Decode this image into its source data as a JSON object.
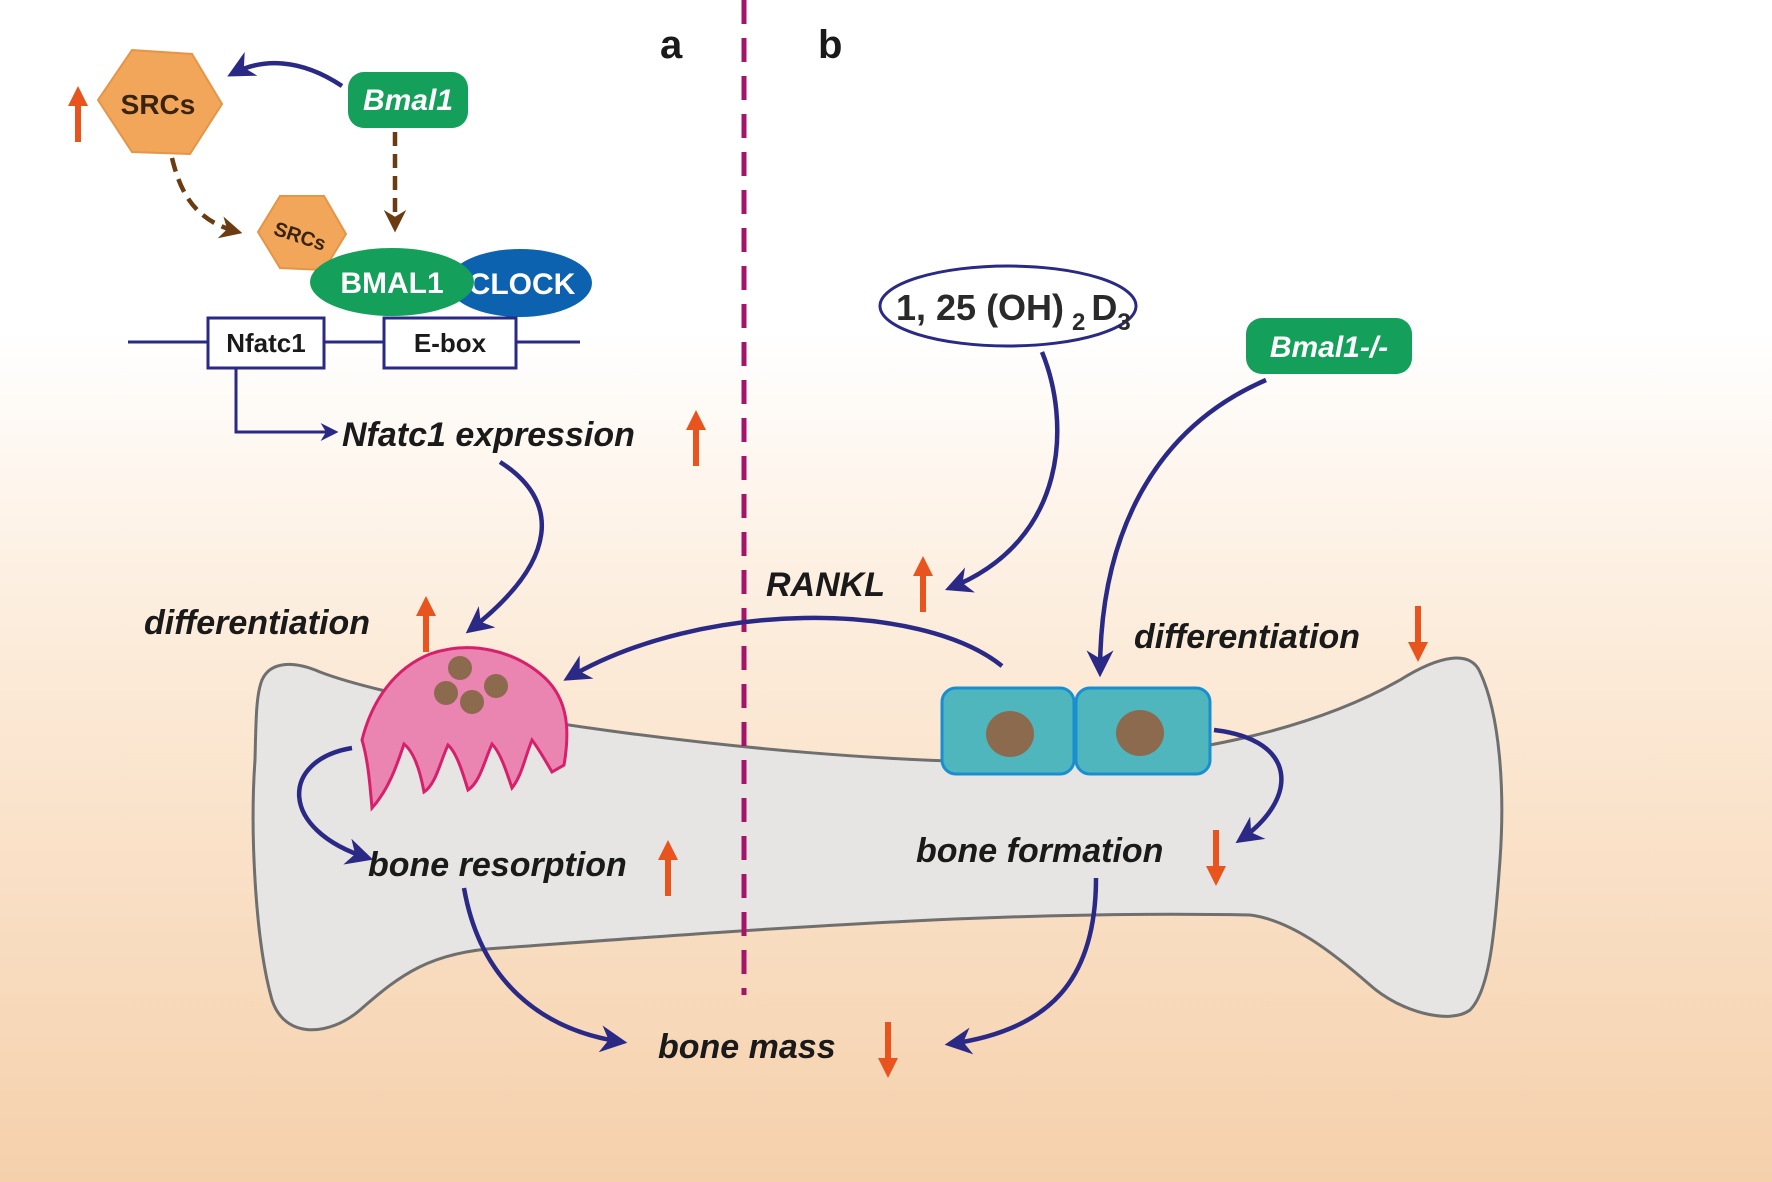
{
  "panels": {
    "a": "a",
    "b": "b"
  },
  "panel_a": {
    "srcs_large": "SRCs",
    "srcs_small": "SRCs",
    "bmal1_gene": "Bmal1",
    "bmal1_protein": "BMAL1",
    "clock_protein": "CLOCK",
    "nfatc1_box": "Nfatc1",
    "ebox": "E-box",
    "nfatc1_expression": "Nfatc1 expression",
    "differentiation": "differentiation",
    "bone_resorption": "bone resorption"
  },
  "panel_b": {
    "vitamin_d_main": "1, 25 (OH)",
    "vitamin_d_sub2": "2",
    "vitamin_d_D": "D",
    "vitamin_d_sub3": "3",
    "bmal1_ko": "Bmal1-/-",
    "rankl": "RANKL",
    "differentiation": "differentiation",
    "bone_formation": "bone formation"
  },
  "bottom": {
    "bone_mass": "bone mass"
  },
  "colors": {
    "arrow_navy": "#2a2a86",
    "up_down_orange": "#e8531e",
    "srcs_orange": "#f2a65a",
    "bmal1_green": "#14a05a",
    "clock_blue": "#0d62b0",
    "bone_gray": "#e6e5e3",
    "osteoclast_pink": "#e985b0",
    "osteoblast_teal": "#4fb6be",
    "divider_magenta": "#a4146a",
    "background_peach": "#f6d5b2"
  }
}
